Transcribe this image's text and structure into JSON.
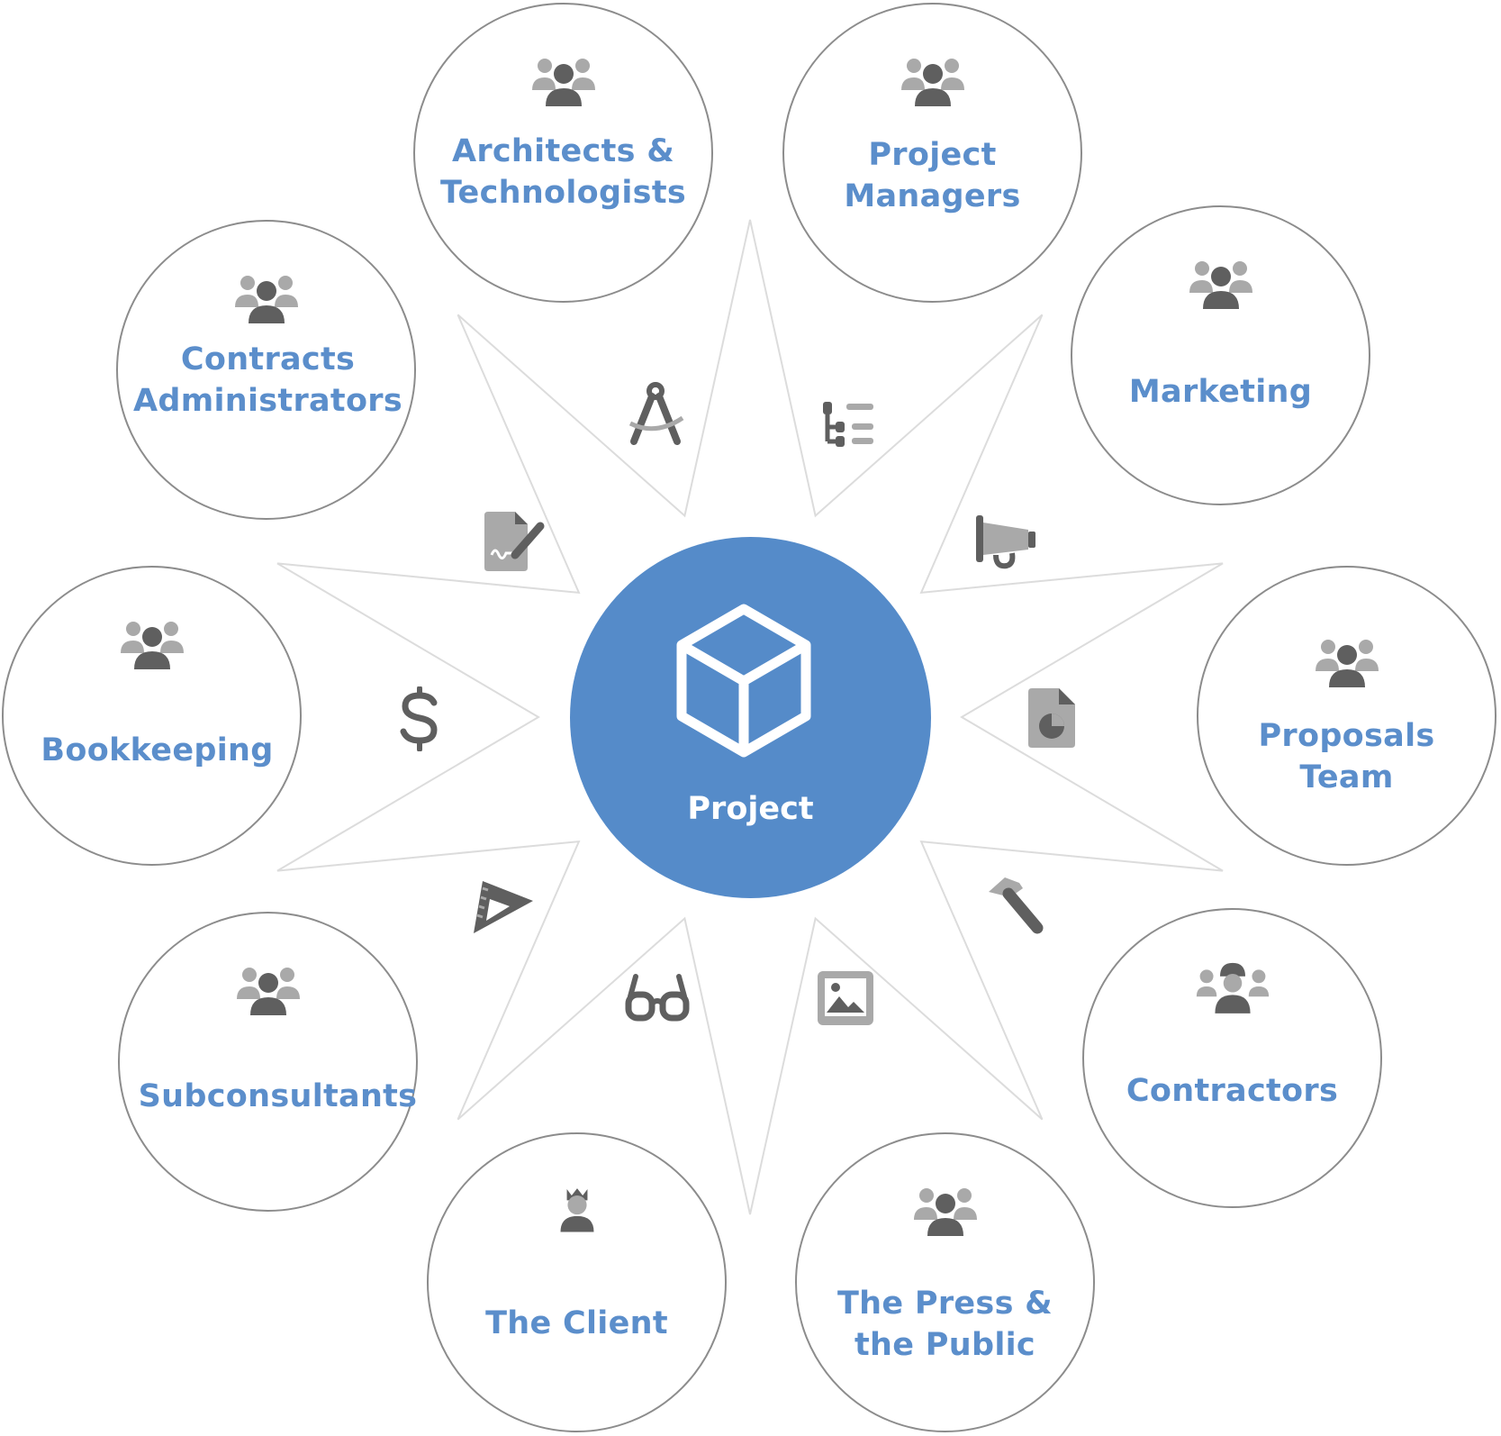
{
  "hub": {
    "label": "Project",
    "icon": "cube-icon",
    "color": "#558bc9"
  },
  "colors": {
    "label": "#5b8ecb",
    "ring": "#8c8c8c",
    "spoke": "#dcdcdc",
    "icon_dark": "#5f5f5f",
    "icon_light": "#a9a9a9"
  },
  "nodes": [
    {
      "label": "Architects & Technologists",
      "icon": "people-group-icon"
    },
    {
      "label": "Project Managers",
      "icon": "people-group-icon"
    },
    {
      "label": "Marketing",
      "icon": "people-group-icon"
    },
    {
      "label": "Proposals Team",
      "icon": "people-group-icon"
    },
    {
      "label": "Contractors",
      "icon": "hardhat-workers-icon"
    },
    {
      "label": "The Press & the Public",
      "icon": "people-group-icon"
    },
    {
      "label": "The Client",
      "icon": "crowned-person-icon"
    },
    {
      "label": "Subconsultants",
      "icon": "people-group-icon"
    },
    {
      "label": "Bookkeeping",
      "icon": "people-group-icon"
    },
    {
      "label": "Contracts Administrators",
      "icon": "people-group-icon"
    }
  ],
  "connector_icons": [
    "drafting-compass-icon",
    "tree-list-icon",
    "megaphone-icon",
    "chart-file-icon",
    "hammer-icon",
    "image-icon",
    "glasses-icon",
    "set-square-icon",
    "dollar-icon",
    "signed-document-icon"
  ]
}
